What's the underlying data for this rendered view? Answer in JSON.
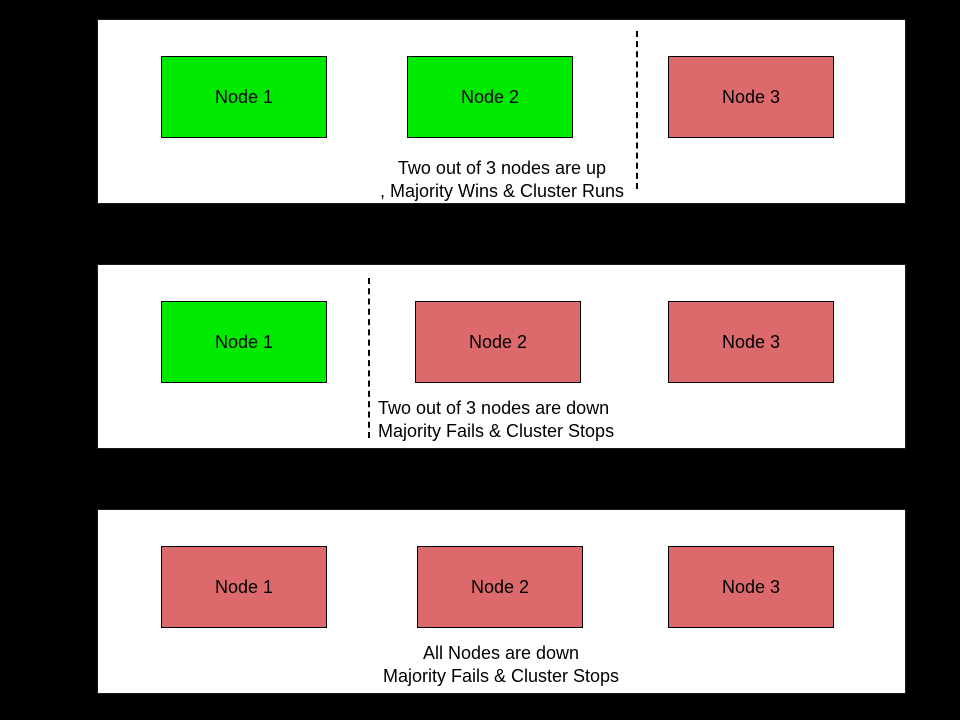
{
  "colors": {
    "background": "#000000",
    "panel_background": "#ffffff",
    "panel_border": "#1a1a1a",
    "node_up": "#00ea00",
    "node_down": "#dc6a6c",
    "node_border": "#000000",
    "divider": "#000000",
    "text": "#000000"
  },
  "panels": [
    {
      "name": "two-nodes-up",
      "partition_divider": true,
      "nodes": [
        {
          "label": "Node 1",
          "status": "up"
        },
        {
          "label": "Node 2",
          "status": "up"
        },
        {
          "label": "Node 3",
          "status": "down"
        }
      ],
      "caption": {
        "line1": "Two out of 3 nodes are up",
        "line2": ", Majority Wins & Cluster Runs"
      }
    },
    {
      "name": "two-nodes-down",
      "partition_divider": true,
      "nodes": [
        {
          "label": "Node 1",
          "status": "up"
        },
        {
          "label": "Node 2",
          "status": "down"
        },
        {
          "label": "Node 3",
          "status": "down"
        }
      ],
      "caption": {
        "line1": "Two out of 3 nodes are down",
        "line2": "Majority Fails & Cluster Stops"
      }
    },
    {
      "name": "all-nodes-down",
      "partition_divider": false,
      "nodes": [
        {
          "label": "Node 1",
          "status": "down"
        },
        {
          "label": "Node 2",
          "status": "down"
        },
        {
          "label": "Node 3",
          "status": "down"
        }
      ],
      "caption": {
        "line1": "All Nodes are down",
        "line2": "Majority Fails & Cluster Stops"
      }
    }
  ]
}
